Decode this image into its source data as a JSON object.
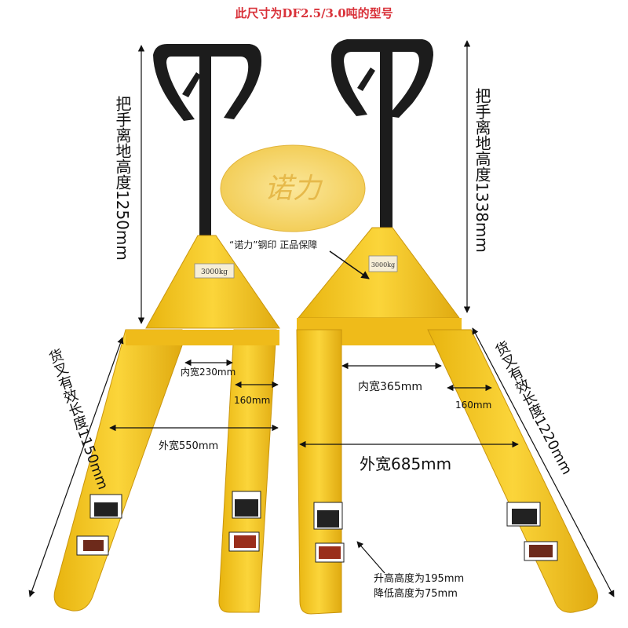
{
  "title": "此尺寸为DF2.5/3.0吨的型号",
  "left_handle_height": "把手离地高度1250mm",
  "right_handle_height": "把手离地高度1338mm",
  "stamp_caption": "“诺力”钢印 正品保障",
  "stamp_brand": "诺力",
  "plate_left": "3000kg",
  "plate_right": "3000kg",
  "left_fork_length": "货叉有效长度1150mm",
  "right_fork_length": "货叉有效长度1220mm",
  "left_inner_width": "内宽230mm",
  "left_fork_width": "160mm",
  "left_outer_width": "外宽550mm",
  "right_inner_width": "内宽365mm",
  "right_fork_width": "160mm",
  "right_outer_width": "外宽685mm",
  "lift_height": "升高高度为195mm",
  "lower_height": "降低高度为75mm",
  "colors": {
    "fork_yellow": "#f4c21a",
    "fork_shade": "#d9a512",
    "handle_black": "#1c1c1c",
    "title_red": "#d9323a",
    "stamp_gold": "#f7d567"
  }
}
